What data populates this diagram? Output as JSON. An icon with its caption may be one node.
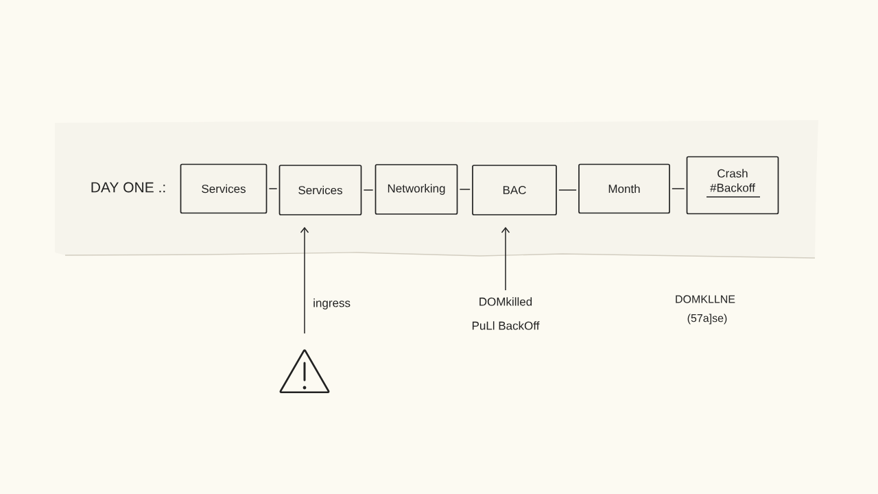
{
  "diagram": {
    "nodes": [
      {
        "text": [
          "Services"
        ]
      },
      {
        "text": [
          "Services"
        ]
      },
      {
        "text": [
          "Networking"
        ]
      },
      {
        "text": [
          "BAC"
        ]
      },
      {
        "text": [
          "Month"
        ]
      },
      {
        "text": [
          "Crash #Backoff"
        ]
      },
      {
        "text": [],
        "shape": "triangle"
      },
      {
        "text": [
          "DOMkilled",
          "PuLl BackOff"
        ]
      }
    ],
    "edges": [
      {
        "from": 0,
        "to": 1,
        "arrow": "none"
      },
      {
        "from": 1,
        "to": 2,
        "arrow": "none"
      },
      {
        "from": 2,
        "to": 3,
        "arrow": "none"
      },
      {
        "from": 3,
        "to": 4,
        "arrow": "none"
      },
      {
        "from": 4,
        "to": 5,
        "arrow": "none"
      },
      {
        "from": 6,
        "to": 1,
        "arrow": "to",
        "label": "ingress"
      },
      {
        "from": 7,
        "to": 3,
        "arrow": "to"
      }
    ],
    "labels": [
      "DAY ONE .:",
      "DOMKLLNE",
      "(57a]se)"
    ]
  }
}
